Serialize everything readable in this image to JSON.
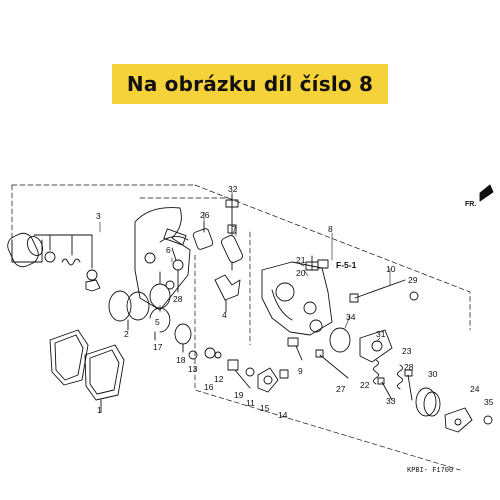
{
  "banner": {
    "text": "Na obrázku díl číslo 8"
  },
  "direction": {
    "label": "FR."
  },
  "reference": {
    "label": "F-5-1"
  },
  "code": {
    "label": "KPBI- F1700"
  },
  "parts": {
    "p1": "1",
    "p2": "2",
    "p3": "3",
    "p4": "4",
    "p5": "5",
    "p6": "6",
    "p7": "7",
    "p8": "8",
    "p9": "9",
    "p10": "10",
    "p11": "11",
    "p12": "12",
    "p13": "13",
    "p14": "14",
    "p15": "15",
    "p16": "16",
    "p17": "17",
    "p18": "18",
    "p19": "19",
    "p20": "20",
    "p21": "21",
    "p22": "22",
    "p23": "23",
    "p24": "24",
    "p26": "26",
    "p27": "27",
    "p28": "28",
    "p29": "29",
    "p30": "30",
    "p31": "31",
    "p32": "32",
    "p33": "33",
    "p34": "34",
    "p35": "35"
  },
  "colors": {
    "banner_bg": "#f6d23a",
    "ink": "#111111"
  }
}
